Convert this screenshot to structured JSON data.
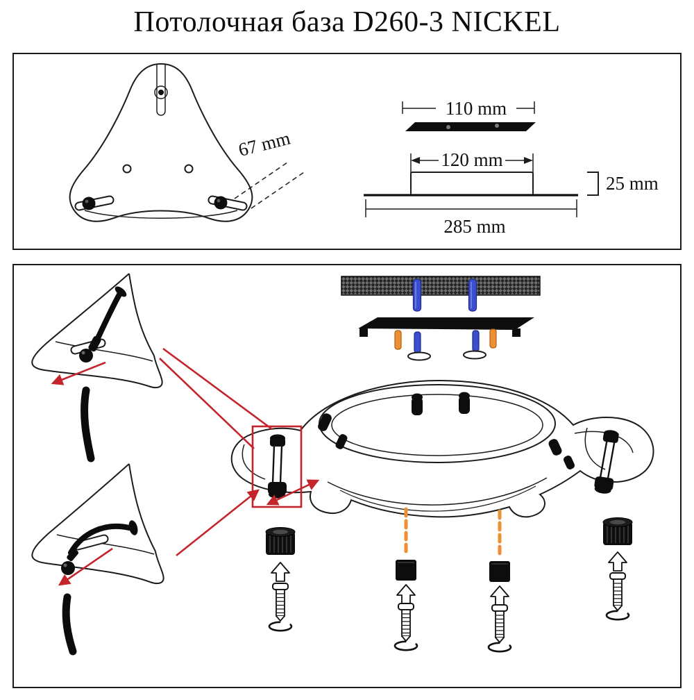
{
  "page": {
    "title": "Потолочная база D260-3 NICKEL"
  },
  "top_panel": {
    "hole_distance": "67 mm",
    "bar_width": "110 mm",
    "cup_width": "120 mm",
    "cup_height": "25 mm",
    "base_width": "285 mm"
  },
  "colors": {
    "line": "#1c1c1c",
    "accent_red": "#c4242b",
    "screw_blue": "#3b4ed0",
    "peg_orange": "#ef8f33"
  }
}
